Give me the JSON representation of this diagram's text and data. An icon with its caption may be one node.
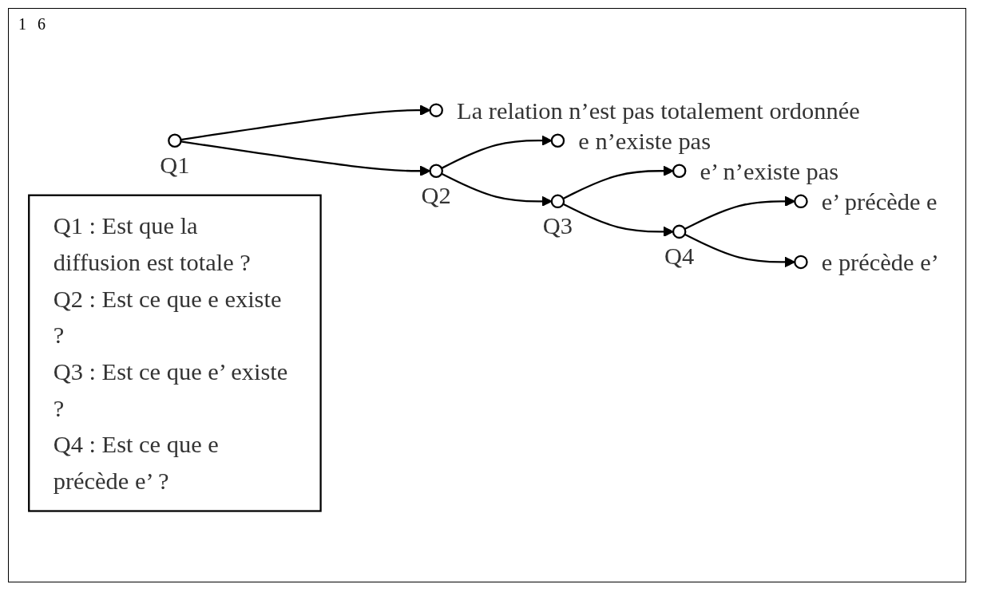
{
  "diagram": {
    "nodes": [
      {
        "text": [],
        "shape": "circle",
        "beside": [
          "Q1"
        ]
      },
      {
        "text": [],
        "shape": "circle",
        "beside": [
          "La relation n’est pas totalement ordonnée"
        ]
      },
      {
        "text": [],
        "shape": "circle",
        "beside": [
          "Q2"
        ]
      },
      {
        "text": [],
        "shape": "circle",
        "beside": [
          "e n’existe pas"
        ]
      },
      {
        "text": [],
        "shape": "circle",
        "beside": [
          "Q3"
        ]
      },
      {
        "text": [],
        "shape": "circle",
        "beside": [
          "e’ n’existe pas"
        ]
      },
      {
        "text": [],
        "shape": "circle",
        "beside": [
          "Q4"
        ]
      },
      {
        "text": [],
        "shape": "circle",
        "beside": [
          "e’ précède e"
        ]
      },
      {
        "text": [],
        "shape": "circle",
        "beside": [
          "e précède e’"
        ]
      },
      {
        "text": [
          "Q1 : Est que la diffusion est totale ?",
          "Q2 : Est ce que e existe ?",
          "Q3 : Est ce que e’ existe ?",
          "Q4 : Est ce que e précède e’ ?"
        ]
      }
    ],
    "edges": [
      {
        "from": 0,
        "to": 1,
        "arrow": "to"
      },
      {
        "from": 0,
        "to": 2,
        "arrow": "to"
      },
      {
        "from": 2,
        "to": 3,
        "arrow": "to"
      },
      {
        "from": 2,
        "to": 4,
        "arrow": "to"
      },
      {
        "from": 4,
        "to": 5,
        "arrow": "to"
      },
      {
        "from": 4,
        "to": 6,
        "arrow": "to"
      },
      {
        "from": 6,
        "to": 7,
        "arrow": "to"
      },
      {
        "from": 6,
        "to": 8,
        "arrow": "to"
      }
    ],
    "labels": [
      "1",
      "6"
    ]
  }
}
